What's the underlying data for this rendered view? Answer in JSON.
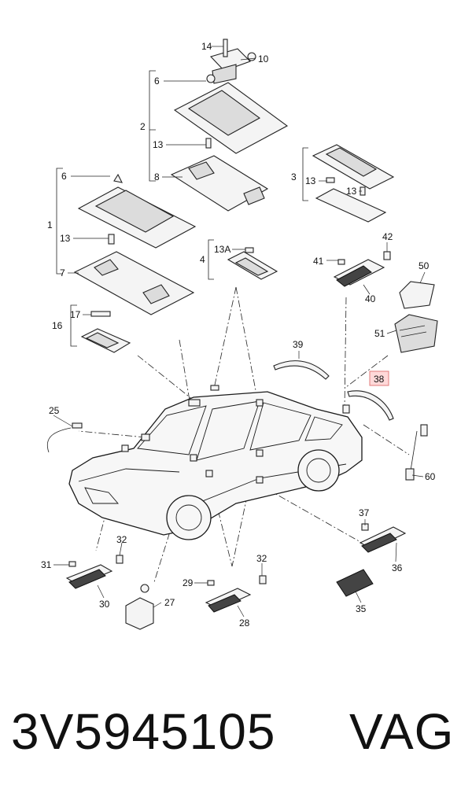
{
  "part_number": "3V5945105",
  "brand": "VAG",
  "highlight_color": "#e07a7a",
  "callouts": {
    "c14": "14",
    "c10": "10",
    "c6a": "6",
    "c2": "2",
    "c13a": "13",
    "c8": "8",
    "c6b": "6",
    "c1": "1",
    "c13b": "13",
    "c7": "7",
    "c3": "3",
    "c13c": "13",
    "c13d": "13",
    "c13A": "13A",
    "c4": "4",
    "c42": "42",
    "c41": "41",
    "c40": "40",
    "c50": "50",
    "c51": "51",
    "c17": "17",
    "c16": "16",
    "c39": "39",
    "c38": "38",
    "c25": "25",
    "c60": "60",
    "c37": "37",
    "c36": "36",
    "c35": "35",
    "c32a": "32",
    "c31": "31",
    "c30": "30",
    "c27": "27",
    "c32b": "32",
    "c29": "29",
    "c28": "28"
  }
}
